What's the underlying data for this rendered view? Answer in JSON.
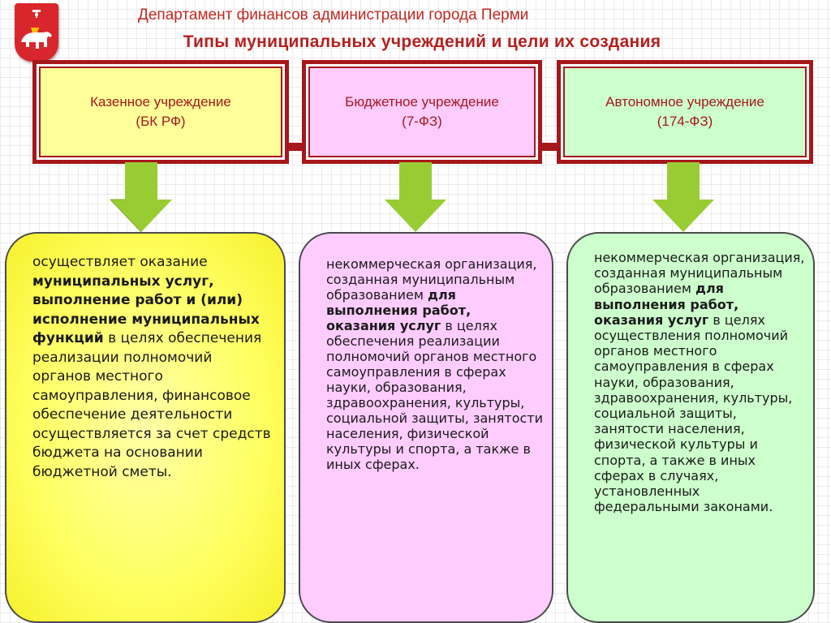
{
  "header": {
    "department": "Департамент финансов администрации города Перми",
    "title": "Типы муниципальных учреждений и цели их создания"
  },
  "top_boxes": [
    {
      "name": "Казенное учреждение",
      "law": "(БК РФ)",
      "color": "#ffff99"
    },
    {
      "name": "Бюджетное учреждение",
      "law": "(7-ФЗ)",
      "color": "#ffccff"
    },
    {
      "name": "Автономное учреждение",
      "law": "(174-ФЗ)",
      "color": "#ccffcc"
    }
  ],
  "cards": [
    {
      "intro": "осуществляет оказание",
      "bold": "муниципальных услуг, выполнение работ и (или) исполнение муниципальных функций",
      "rest": "в целях обеспечения реализации полномочий органов местного самоуправления, финансовое обеспечение деятельности осуществляется за счет средств бюджета на основании бюджетной сметы."
    },
    {
      "intro": "некоммерческая организация, созданная муниципальным образованием",
      "bold": "для выполнения работ, оказания услуг",
      "rest": "в целях обеспечения реализации полномочий органов местного самоуправления в сферах науки, образования, здравоохранения, культуры, социальной защиты, занятости населения, физической культуры и спорта, а также в иных сферах."
    },
    {
      "intro": "некоммерческая организация, созданная муниципальным образованием",
      "bold": "для выполнения работ, оказания услуг",
      "rest": "в целях осуществления полномочий органов местного самоуправления в сферах науки, образования, здравоохранения, культуры, социальной защиты, занятости населения, физической культуры и спорта, а также в иных сферах в случаях, установленных федеральными законами."
    }
  ],
  "colors": {
    "accent_red": "#a6171b",
    "title_red": "#b51f1f",
    "arrow_green": "#99cc33"
  },
  "icons": [
    "perm-coat-of-arms-icon",
    "down-arrow-icon"
  ]
}
